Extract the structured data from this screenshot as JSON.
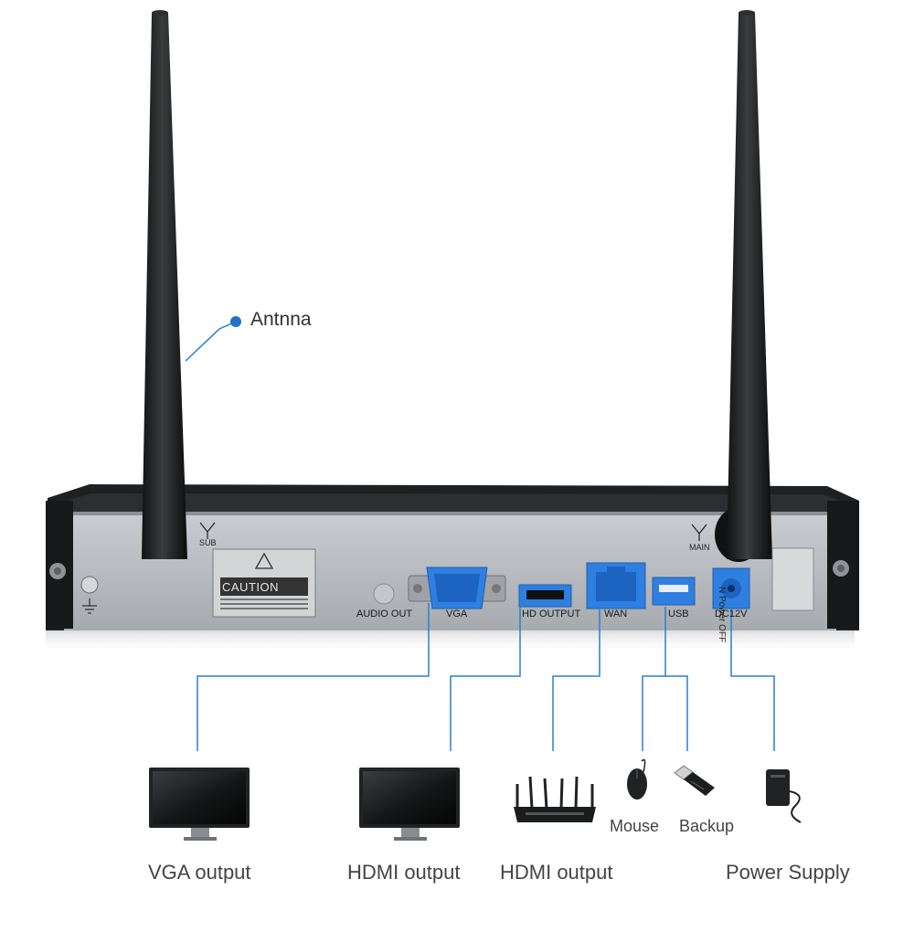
{
  "callout": {
    "antenna": "Antnna"
  },
  "panel": {
    "caution": "CAUTION",
    "sub_label": "SUB",
    "main_label": "MAIN",
    "power_off": "N Power OFF"
  },
  "ports": {
    "audio_out": "AUDIO OUT",
    "vga": "VGA",
    "hd_output": "HD OUTPUT",
    "wan": "WAN",
    "usb": "USB",
    "dc": "DC12V"
  },
  "devices": {
    "vga_output": "VGA output",
    "hdmi_output_1": "HDMI output",
    "hdmi_output_2": "HDMI output",
    "mouse": "Mouse",
    "backup": "Backup",
    "power_supply": "Power Supply"
  },
  "colors": {
    "accent_line": "#2a7fd4",
    "port_blue": "#2f7fe0",
    "panel_silver": "#b9bcc0",
    "chassis_dark": "#1e2022"
  }
}
